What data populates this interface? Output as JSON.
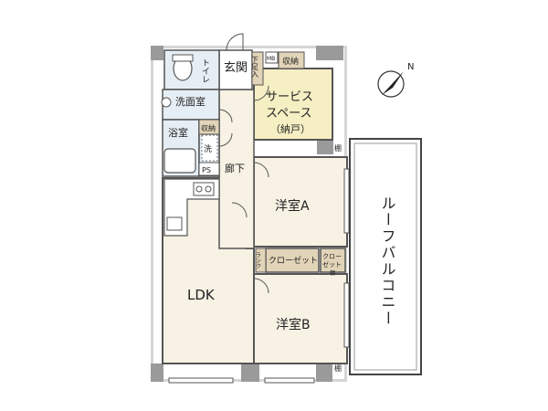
{
  "rooms": {
    "genkan": "玄関",
    "toilet": "トイレ",
    "senmen": "洗面室",
    "yokushitsu": "浴室",
    "service_line1": "サービス",
    "service_line2": "スペース",
    "service_line3": "（納戸）",
    "rouka": "廊下",
    "youshitsu_a": "洋室A",
    "youshitsu_b": "洋室B",
    "ldk": "LDK",
    "roof_balcony": "ルーフバルコニー"
  },
  "fixtures": {
    "mb": "MB",
    "shuno_top": "収納",
    "shuno_left": "収納",
    "geta": "下足入",
    "sen": "洗",
    "ps": "PS",
    "closet": "クローゼット",
    "closet_small_1": "クロー",
    "closet_small_2": "ゼット",
    "tana_top": "棚",
    "tana_bottom": "棚",
    "tana_small": "棚",
    "side_closet": "ランク"
  },
  "colors": {
    "wall": "#8c8c8c",
    "room": "#f7f2e4",
    "service": "#f5efc3",
    "wet": "#e6eef5",
    "storage": "#e2d4b8",
    "balcony": "#ffffff"
  },
  "compass": {
    "north_label": "N"
  }
}
